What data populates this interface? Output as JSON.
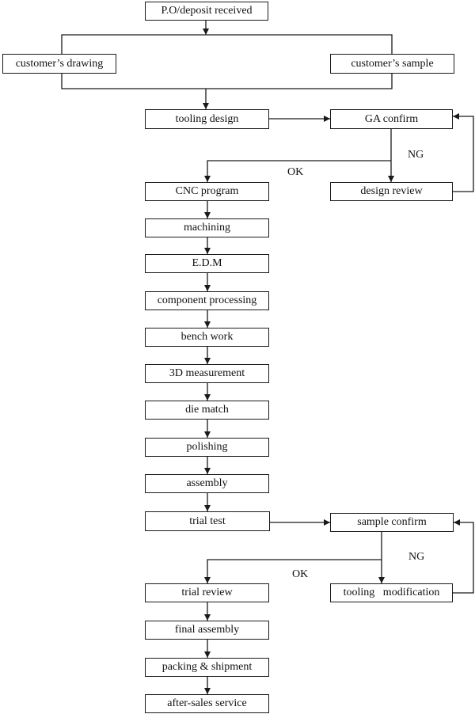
{
  "nodes": {
    "po": "P.O/deposit received",
    "drawing": "customer’s drawing",
    "sample": "customer’s sample",
    "tooling_design": "tooling design",
    "ga_confirm": "GA confirm",
    "design_review": "design review",
    "cnc": "CNC program",
    "machining": "machining",
    "edm": "E.D.M",
    "component": "component processing",
    "bench": "bench work",
    "measure3d": "3D measurement",
    "die_match": "die match",
    "polishing": "polishing",
    "assembly": "assembly",
    "trial_test": "trial test",
    "sample_confirm": "sample confirm",
    "tooling_mod": "tooling   modification",
    "trial_review": "trial review",
    "final_assembly": "final assembly",
    "packing": "packing & shipment",
    "after_sales": "after-sales service"
  },
  "labels": {
    "ng1": "NG",
    "ok1": "OK",
    "ng2": "NG",
    "ok2": "OK"
  },
  "colors": {
    "line": "#1a1a1a",
    "text": "#111111",
    "background": "#ffffff"
  }
}
